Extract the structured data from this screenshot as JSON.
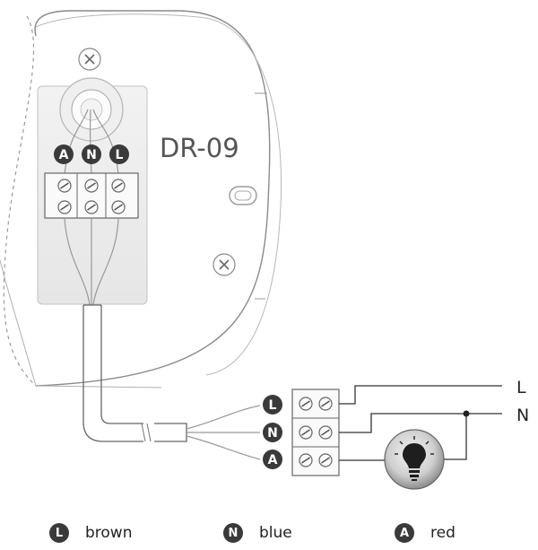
{
  "device": {
    "model": "DR-09"
  },
  "terminals": {
    "device": [
      "A",
      "N",
      "L"
    ],
    "junction": [
      "L",
      "N",
      "A"
    ]
  },
  "mains": {
    "line": "L",
    "neutral": "N"
  },
  "load": {
    "icon": "lightbulb-icon"
  },
  "legend": [
    {
      "badge": "L",
      "label": "brown"
    },
    {
      "badge": "N",
      "label": "blue"
    },
    {
      "badge": "A",
      "label": "red"
    }
  ],
  "colors": {
    "badge": "#3a3a3a",
    "outline": "#777777"
  }
}
